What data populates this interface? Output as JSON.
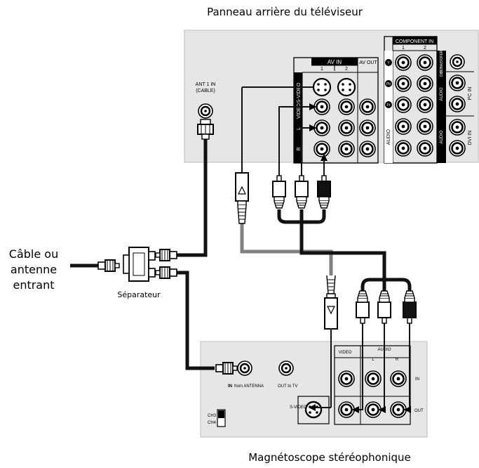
{
  "title_top": "Panneau arrière du téléviseur",
  "title_bottom": "Magnétoscope stéréophonique",
  "incoming": {
    "line1": "Câble ou",
    "line2": "antenne",
    "line3": "entrant"
  },
  "splitter_label": "Séparateur",
  "tv": {
    "ant_in_line1": "ANT 1 IN",
    "ant_in_line2": "(CABLE)",
    "av_in": "AV IN",
    "av_out": "AV OUT",
    "col1": "1",
    "col2": "2",
    "row_svideo": "S-VIDEO",
    "row_video": "VIDEO",
    "row_audio_l": "L",
    "row_audio_r": "R",
    "component_in": "COMPONENT IN",
    "comp_col1": "1",
    "comp_col2": "2",
    "y": "Y",
    "pb": "Pb",
    "pr": "Pr",
    "audio": "AUDIO",
    "subwoofer": "SUBWOOFER",
    "out": "OUT",
    "pc_in": "PC IN",
    "dvi_in": "DVI IN"
  },
  "vcr": {
    "in_label": "IN",
    "from_antenna": "from  ANTENNA",
    "out_to_tv": "OUT  to TV",
    "s_video": "S-VIDEO",
    "video": "VIDEO",
    "audio": "AUDIO",
    "l": "L",
    "r": "R",
    "in": "IN",
    "out": "OUT",
    "ch3": "CH3",
    "ch4": "CH4"
  },
  "colors": {
    "panel": "#e6e6e6",
    "cable_black": "#111111",
    "cable_gray": "#808080",
    "outline": "#000000"
  }
}
